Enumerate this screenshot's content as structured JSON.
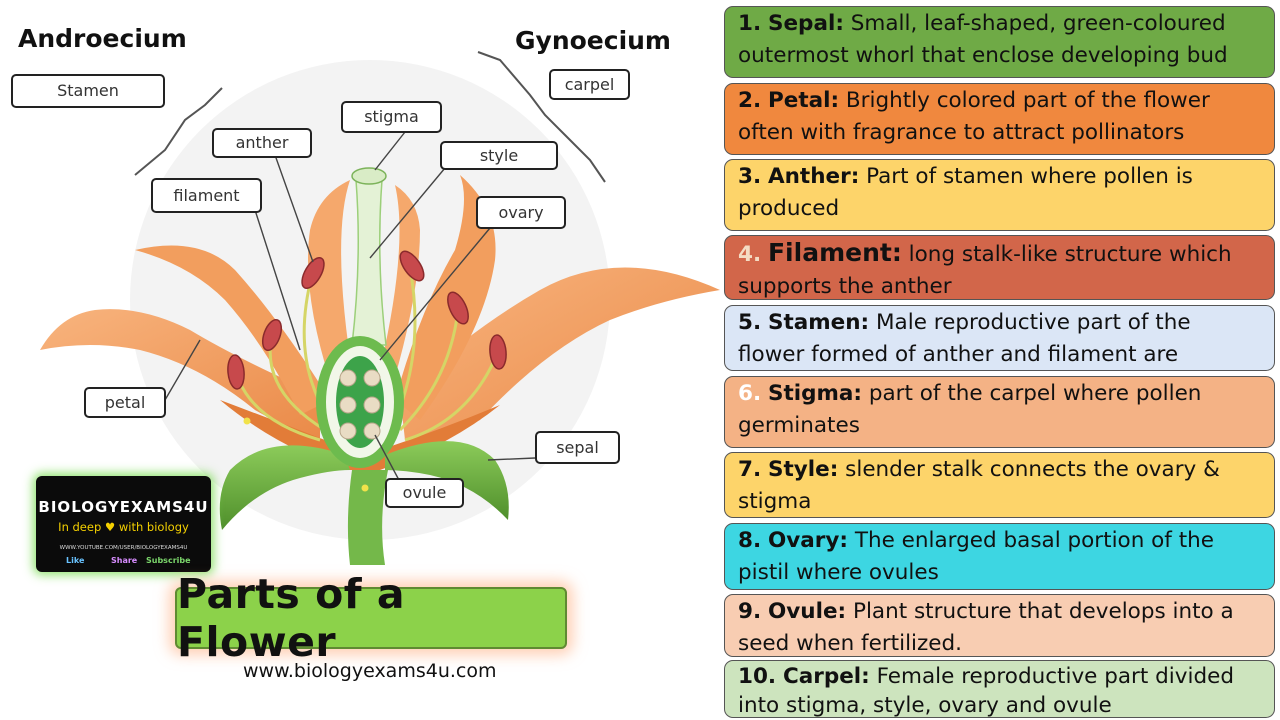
{
  "diagram": {
    "androecium": "Androecium",
    "gynoecium": "Gynoecium",
    "labels": {
      "stamen": "Stamen",
      "anther": "anther",
      "stigma": "stigma",
      "style": "style",
      "carpel": "carpel",
      "filament": "filament",
      "ovary": "ovary",
      "petal": "petal",
      "sepal": "sepal",
      "ovule": "ovule"
    },
    "colors": {
      "petal": "#f4a066",
      "petal_dark": "#e07a32",
      "sepal": "#6aaa3a",
      "ovary_wall": "#6dbb4e",
      "anther": "#c44a4a"
    }
  },
  "logo": {
    "name": "BIOLOGYEXAMS4U",
    "tagline": "In deep ♥ with biology",
    "channel": "WWW.YOUTUBE.COM/USER/BIOLOGYEXAMS4U",
    "like": "Like",
    "share": "Share",
    "subscribe": "Subscribe"
  },
  "title": "Parts of a Flower",
  "website": "www.biologyexams4u.com",
  "cards": [
    {
      "num": "1.",
      "term": "Sepal:",
      "desc": " Small, leaf-shaped, green-coloured outermost whorl that enclose developing bud",
      "bg": "#6faa46"
    },
    {
      "num": "2.",
      "term": "Petal:",
      "desc": " Brightly colored part of the flower often with fragrance to attract pollinators",
      "bg": "#f0883e"
    },
    {
      "num": "3.",
      "term": "Anther:",
      "desc": " Part of stamen where pollen is produced",
      "bg": "#fdd46a"
    },
    {
      "num": "4.",
      "term": "Filament:",
      "desc": " long stalk-like structure which supports the anther",
      "bg": "#d2664a"
    },
    {
      "num": "5.",
      "term": "Stamen:",
      "desc": " Male reproductive part of the flower formed of anther and filament are produced",
      "bg": "#dbe6f6"
    },
    {
      "num": "6.",
      "term": "Stigma:",
      "desc": " part of the carpel where pollen germinates",
      "bg": "#f4b285"
    },
    {
      "num": "7.",
      "term": "Style:",
      "desc": " slender stalk connects the ovary & stigma",
      "bg": "#fdd46a"
    },
    {
      "num": "8.",
      "term": "Ovary:",
      "desc": " The enlarged basal portion of the pistil where ovules",
      "bg": "#3dd6e2"
    },
    {
      "num": "9.",
      "term": "Ovule:",
      "desc": " Plant structure that develops into a seed when fertilized.",
      "bg": "#f8cdb2"
    },
    {
      "num": "10.",
      "term": "Carpel:",
      "desc": " Female reproductive part divided into stigma, style, ovary and ovule",
      "bg": "#cde4be"
    }
  ]
}
